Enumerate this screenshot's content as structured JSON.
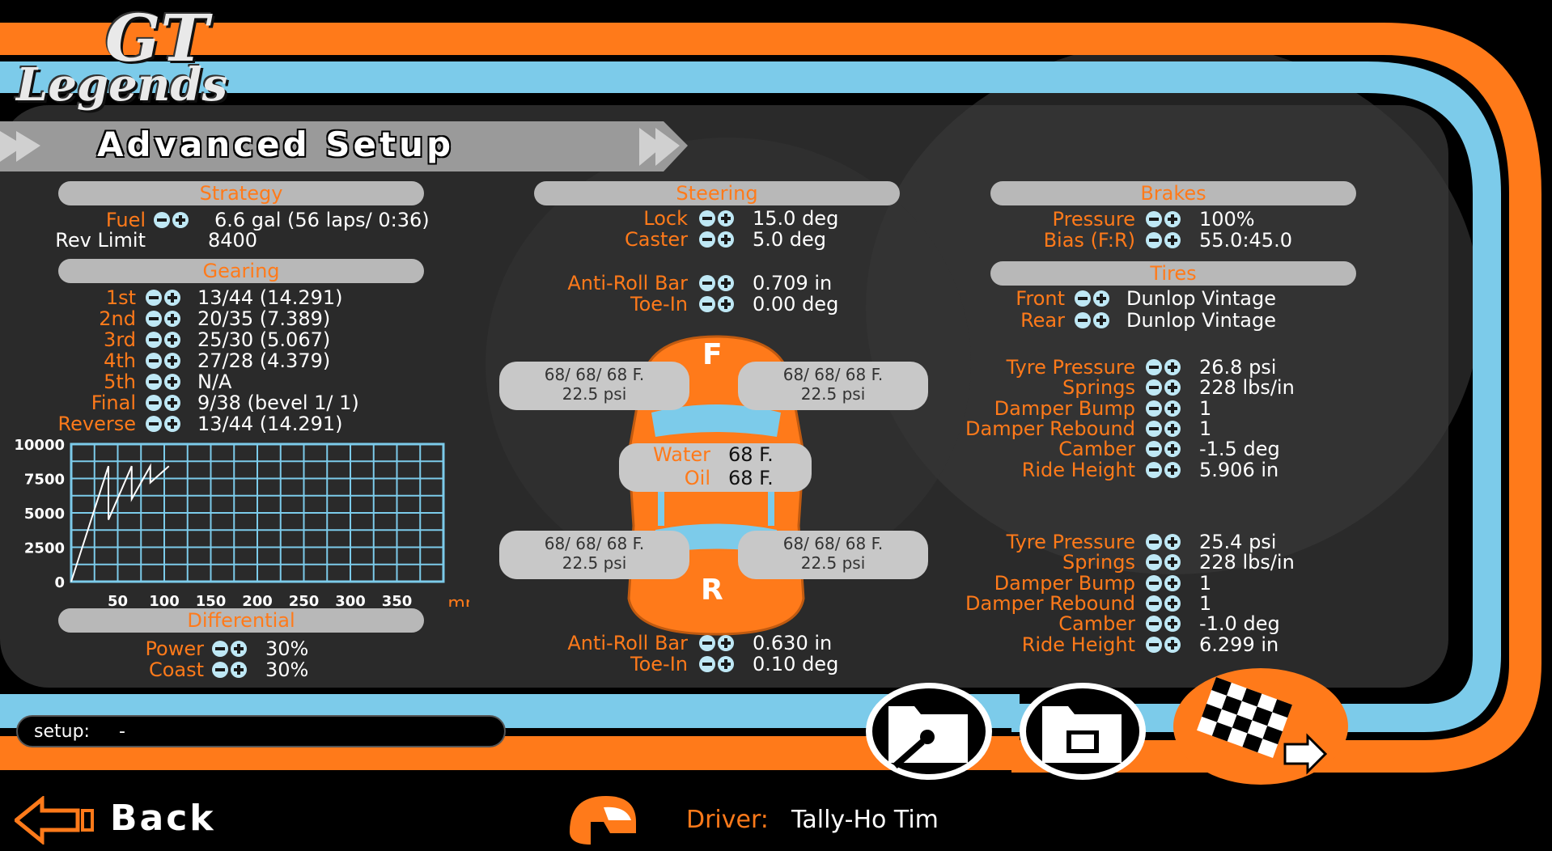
{
  "logo": {
    "line1": "GT",
    "line2": "Legends"
  },
  "page_title": "Advanced Setup",
  "strategy": {
    "header": "Strategy",
    "fuel_label": "Fuel",
    "fuel_value": "6.6 gal (56 laps/ 0:36)",
    "rev_label": "Rev Limit",
    "rev_value": "8400"
  },
  "gearing": {
    "header": "Gearing",
    "rows": [
      {
        "label": "1st",
        "value": "13/44 (14.291)"
      },
      {
        "label": "2nd",
        "value": "20/35 (7.389)"
      },
      {
        "label": "3rd",
        "value": "25/30 (5.067)"
      },
      {
        "label": "4th",
        "value": "27/28 (4.379)"
      },
      {
        "label": "5th",
        "value": "N/A"
      },
      {
        "label": "Final",
        "value": " 9/38 (bevel  1/ 1)"
      },
      {
        "label": "Reverse",
        "value": "13/44 (14.291)"
      }
    ]
  },
  "chart_data": {
    "type": "line",
    "title": "",
    "xlabel": "mph",
    "ylabel": "",
    "x_ticks": [
      "50",
      "100",
      "150",
      "200",
      "250",
      "300",
      "350"
    ],
    "y_ticks": [
      "10000",
      "7500",
      "5000",
      "2500",
      "0"
    ],
    "xlim": [
      0,
      400
    ],
    "ylim": [
      0,
      10000
    ],
    "grid": true,
    "series": [
      {
        "x": [
          0,
          40,
          40,
          65,
          65,
          85,
          85,
          105
        ],
        "y": [
          0,
          8400,
          4500,
          8400,
          6000,
          8400,
          7200,
          8400
        ]
      }
    ]
  },
  "differential": {
    "header": "Differential",
    "power_label": "Power",
    "power_value": "30%",
    "coast_label": "Coast",
    "coast_value": "30%"
  },
  "steering": {
    "header": "Steering",
    "lock_label": "Lock",
    "lock_value": "15.0 deg",
    "caster_label": "Caster",
    "caster_value": "5.0 deg"
  },
  "front_susp": {
    "arb_label": "Anti-Roll Bar",
    "arb_value": "0.709 in",
    "toe_label": "Toe-In",
    "toe_value": "0.00 deg"
  },
  "rear_susp": {
    "arb_label": "Anti-Roll Bar",
    "arb_value": "0.630 in",
    "toe_label": "Toe-In",
    "toe_value": "0.10 deg"
  },
  "car": {
    "front_marker": "F",
    "rear_marker": "R",
    "tire_temp": "68/ 68/ 68 F.",
    "tire_pressure": "22.5 psi",
    "water_label": "Water",
    "water_value": "68 F.",
    "oil_label": "Oil",
    "oil_value": "68 F."
  },
  "brakes": {
    "header": "Brakes",
    "pressure_label": "Pressure",
    "pressure_value": "100%",
    "bias_label": "Bias (F:R)",
    "bias_value": "55.0:45.0"
  },
  "tires": {
    "header": "Tires",
    "front_label": "Front",
    "front_value": "Dunlop Vintage",
    "rear_label": "Rear",
    "rear_value": "Dunlop Vintage"
  },
  "front_axle": {
    "tyre_label": "Tyre Pressure",
    "tyre_value": "26.8 psi",
    "springs_label": "Springs",
    "springs_value": "228 lbs/in",
    "bump_label": "Damper Bump",
    "bump_value": "1",
    "rebound_label": "Damper Rebound",
    "rebound_value": "1",
    "camber_label": "Camber",
    "camber_value": "-1.5 deg",
    "ride_label": "Ride Height",
    "ride_value": "5.906 in"
  },
  "rear_axle": {
    "tyre_label": "Tyre Pressure",
    "tyre_value": "25.4 psi",
    "springs_label": "Springs",
    "springs_value": "228 lbs/in",
    "bump_label": "Damper Bump",
    "bump_value": "1",
    "rebound_label": "Damper Rebound",
    "rebound_value": "1",
    "camber_label": "Camber",
    "camber_value": "-1.0 deg",
    "ride_label": "Ride Height",
    "ride_value": "6.299 in"
  },
  "setup_field": {
    "label": "setup:",
    "value": "-"
  },
  "footer": {
    "back_label": "Back",
    "driver_label": "Driver:",
    "driver_name": "Tally-Ho Tim"
  },
  "colors": {
    "orange": "#ff7a1a",
    "light_blue": "#7ccbea",
    "panel_grey": "#b8b8b8"
  },
  "icons": [
    "load-setup-icon",
    "save-setup-icon",
    "race-flag-icon",
    "back-arrow-icon",
    "helmet-icon"
  ]
}
